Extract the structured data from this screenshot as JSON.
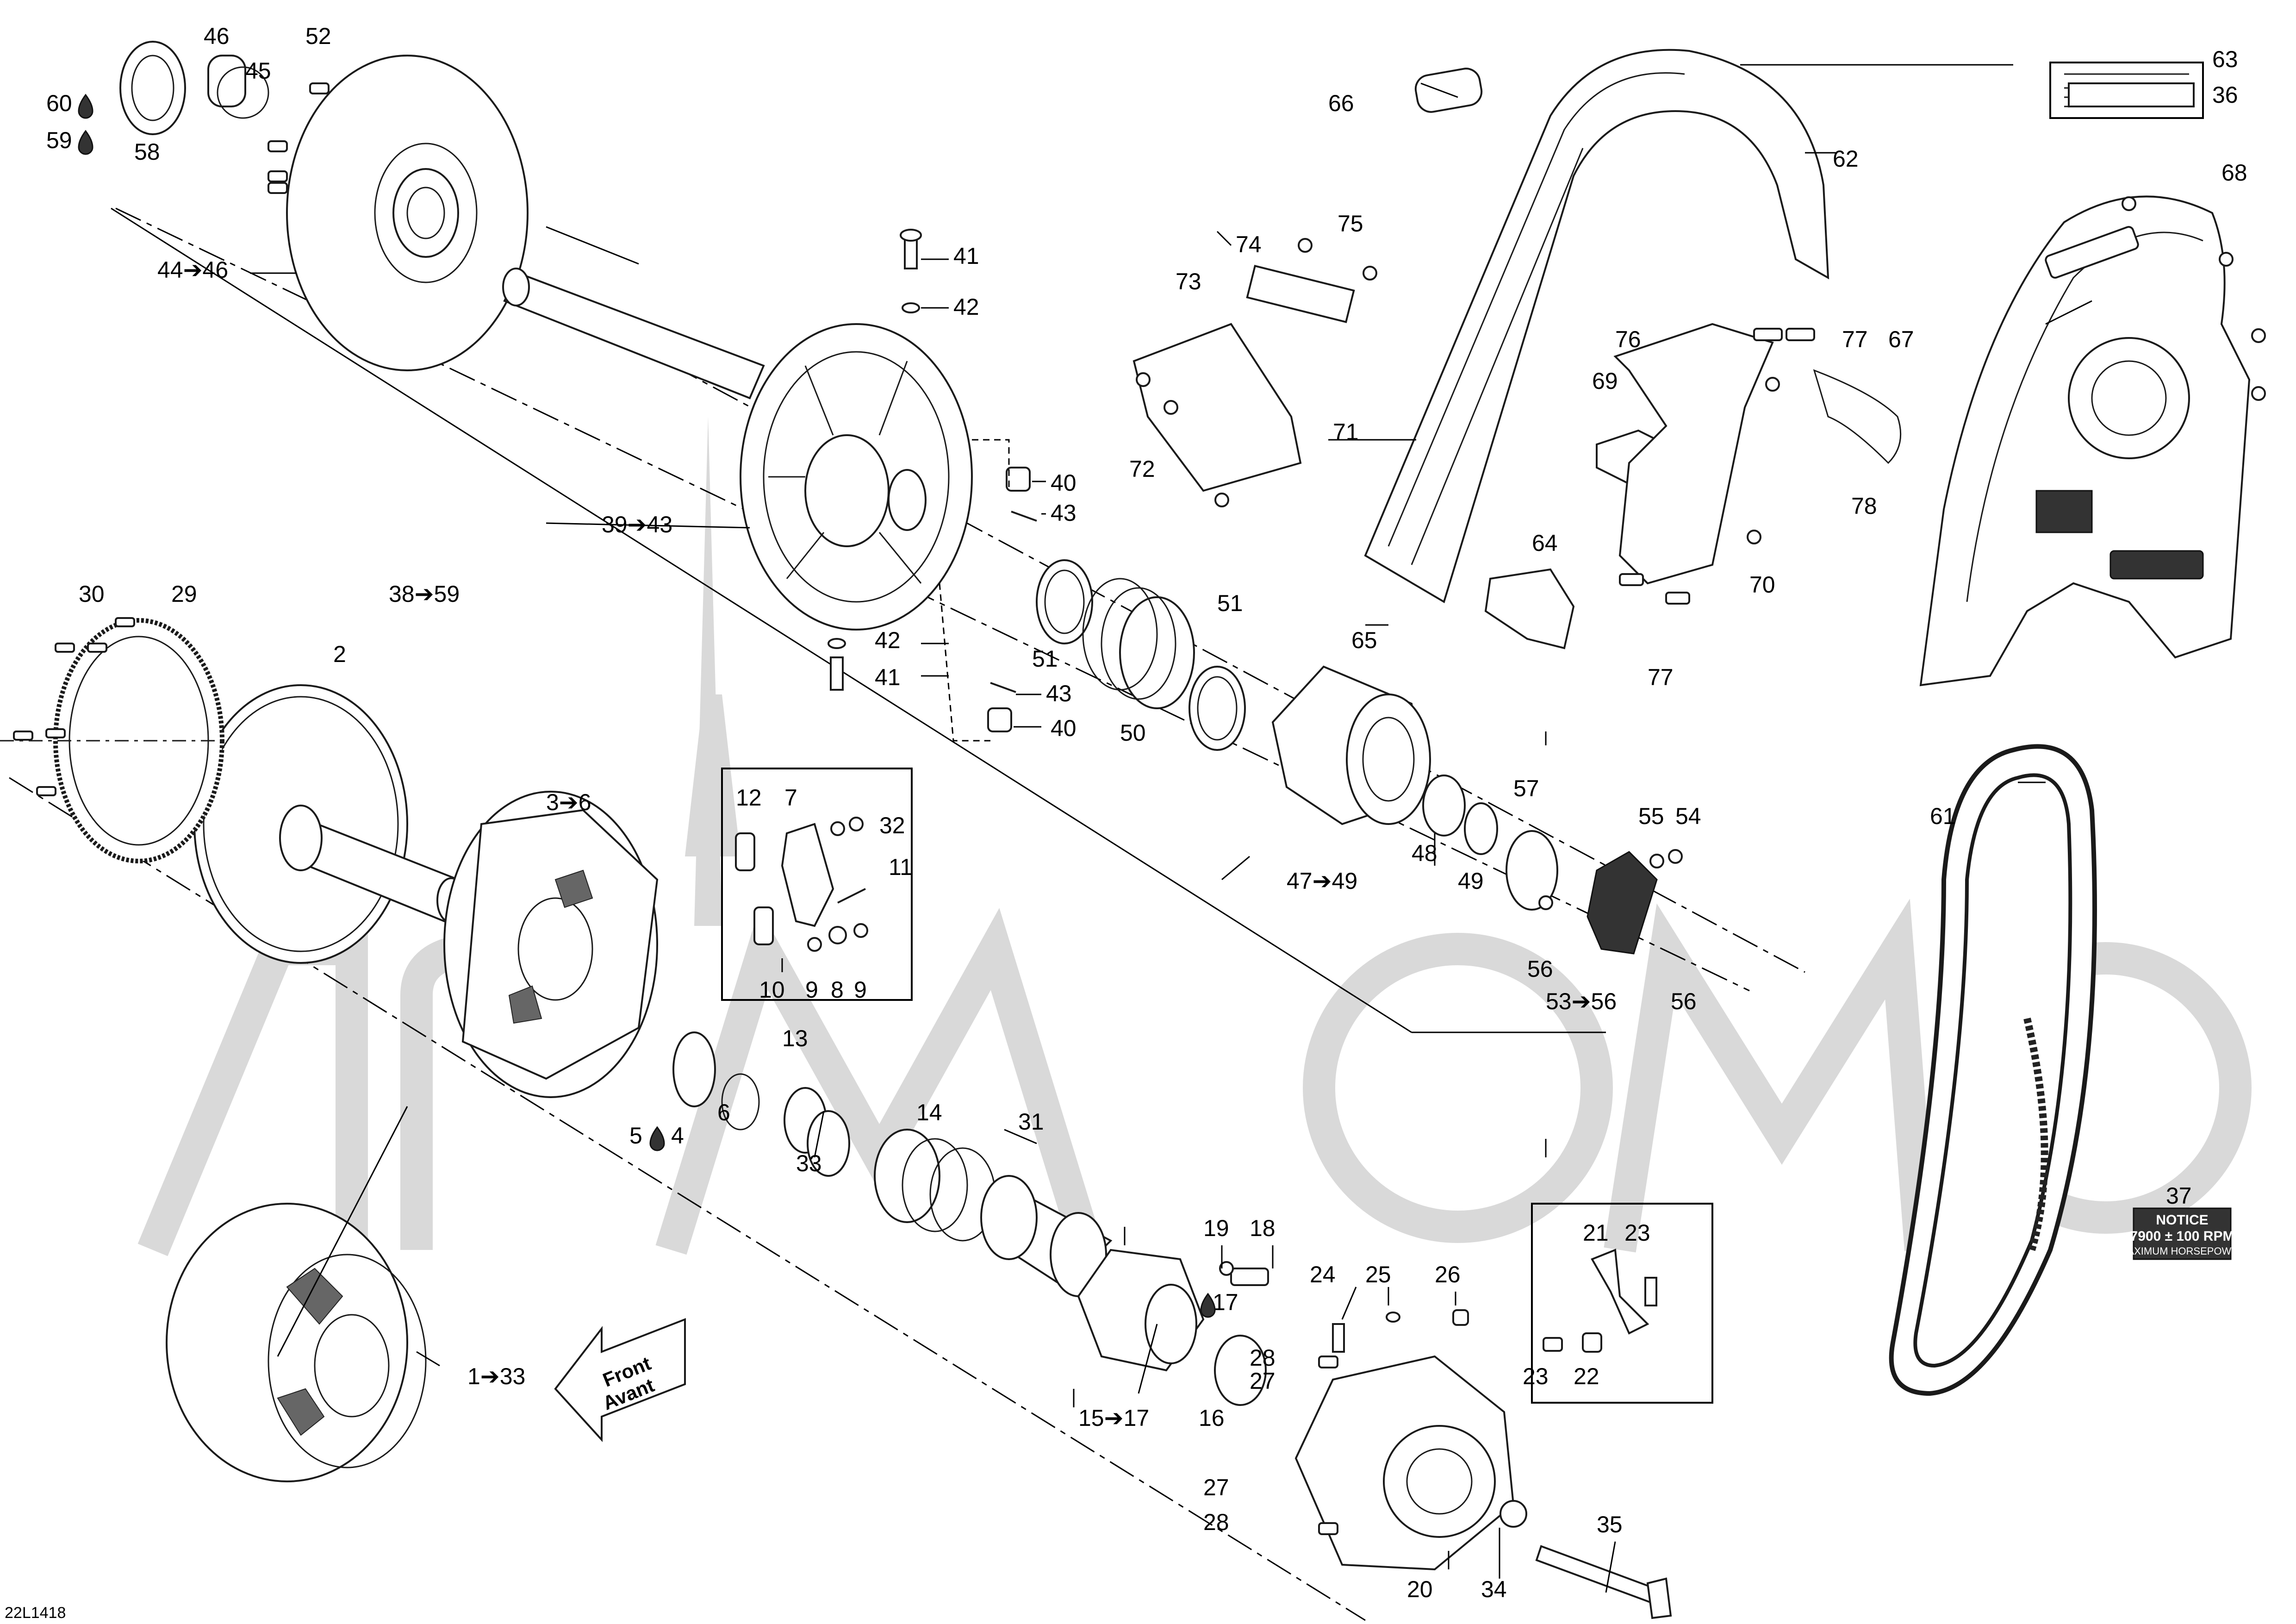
{
  "diagram_code": "22L1418",
  "direction_arrow": {
    "line1": "Front",
    "line2": "Avant"
  },
  "notice_decal": {
    "title": "NOTICE",
    "rpm": "7900 ± 100 RPM",
    "note": "MAXIMUM HORSEPOWER"
  },
  "labels": {
    "l1_33": "1➔33",
    "l2": "2",
    "l3_6": "3➔6",
    "l4": "4",
    "l5": "5",
    "l6": "6",
    "l7": "7",
    "l8": "8",
    "l9a": "9",
    "l9b": "9",
    "l10": "10",
    "l11": "11",
    "l12": "12",
    "l13": "13",
    "l14": "14",
    "l15_17": "15➔17",
    "l16": "16",
    "l17": "17",
    "l18": "18",
    "l19": "19",
    "l20": "20",
    "l21": "21",
    "l22": "22",
    "l23a": "23",
    "l23b": "23",
    "l24": "24",
    "l25": "25",
    "l26": "26",
    "l27a": "27",
    "l27b": "27",
    "l28a": "28",
    "l28b": "28",
    "l29": "29",
    "l30": "30",
    "l31": "31",
    "l32": "32",
    "l33": "33",
    "l34": "34",
    "l35": "35",
    "l36": "36",
    "l37": "37",
    "l38_59": "38➔59",
    "l39_43": "39➔43",
    "l40a": "40",
    "l40b": "40",
    "l41a": "41",
    "l41b": "41",
    "l42a": "42",
    "l42b": "42",
    "l43a": "43",
    "l43b": "43",
    "l44_46": "44➔46",
    "l45": "45",
    "l46": "46",
    "l47_49": "47➔49",
    "l48": "48",
    "l49": "49",
    "l50": "50",
    "l51a": "51",
    "l51b": "51",
    "l52": "52",
    "l53_56": "53➔56",
    "l54": "54",
    "l55": "55",
    "l56a": "56",
    "l56b": "56",
    "l57": "57",
    "l58": "58",
    "l59": "59",
    "l60": "60",
    "l61": "61",
    "l62": "62",
    "l63": "63",
    "l64": "64",
    "l65": "65",
    "l66": "66",
    "l67": "67",
    "l68": "68",
    "l69": "69",
    "l70": "70",
    "l71": "71",
    "l72": "72",
    "l73": "73",
    "l74": "74",
    "l75": "75",
    "l76": "76",
    "l77a": "77",
    "l77b": "77",
    "l78": "78"
  },
  "fluid_icon": "oil-drop-icon",
  "colors": {
    "line": "#1a1a1a",
    "watermark": "#d9d9d9"
  }
}
